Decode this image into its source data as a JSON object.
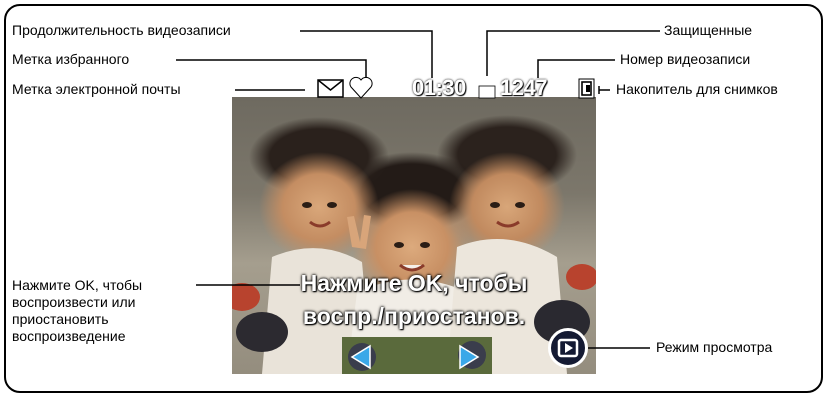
{
  "labels": {
    "video_duration": "Продолжительность видеозаписи",
    "favorite_tag": "Метка избранного",
    "email_tag": "Метка электронной почты",
    "protected": "Защищенные",
    "video_number": "Номер видеозаписи",
    "storage": "Накопитель для снимков",
    "press_ok": "Нажмите OK, чтобы воспроизвести или приостановить воспроизведение",
    "review_mode": "Режим просмотра"
  },
  "screen": {
    "duration": "01:30",
    "video_number": "1247",
    "overlay_line1": "Нажмите OK, чтобы",
    "overlay_line2": "воспр./приостанов."
  },
  "icons": {
    "email": "email-icon",
    "favorite": "heart-icon",
    "protected": "lock-icon",
    "storage": "memory-card-icon",
    "nav_left": "arrow-left-icon",
    "nav_right": "arrow-right-icon",
    "review": "play-icon"
  },
  "colors": {
    "arrow_blue": "#3aa8e8",
    "badge_bg": "#141a33"
  }
}
